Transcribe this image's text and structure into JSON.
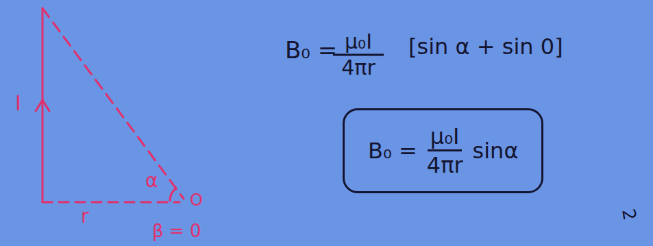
{
  "diagram": {
    "nodes": [
      {
        "text": [
          "B₀ =",
          "μ₀I",
          "4πr",
          "sinα"
        ]
      }
    ],
    "labels": [
      "I",
      "α",
      "O",
      "r",
      "β = 0",
      "B₀ =",
      "μ₀I",
      "4πr",
      "[sin α + sin 0]",
      "2"
    ]
  }
}
